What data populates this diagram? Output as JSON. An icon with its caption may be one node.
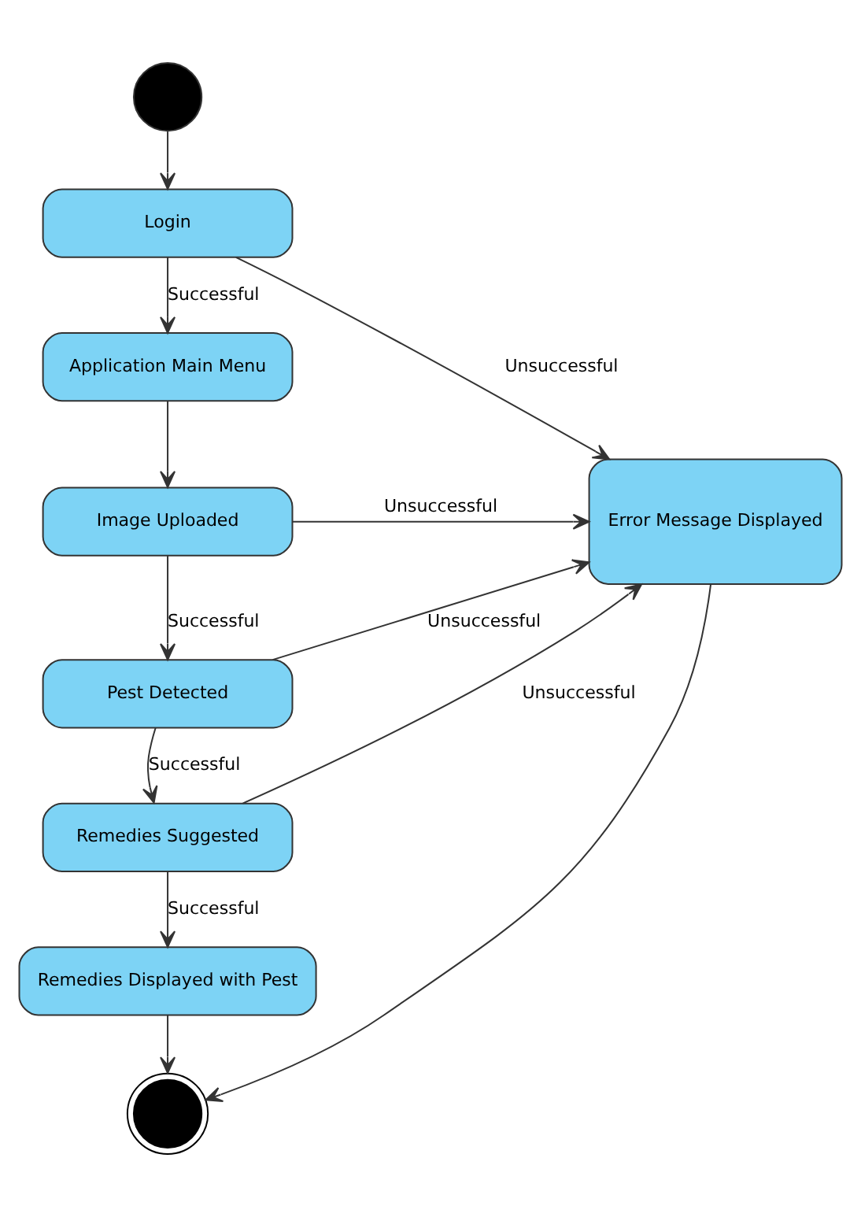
{
  "diagram": {
    "nodes": [
      {
        "text": [],
        "shape": "circle"
      },
      {
        "text": [
          "Login"
        ]
      },
      {
        "text": [
          "Application Main Menu"
        ]
      },
      {
        "text": [
          "Image Uploaded"
        ]
      },
      {
        "text": [
          "Pest Detected"
        ]
      },
      {
        "text": [
          "Remedies Suggested"
        ]
      },
      {
        "text": [
          "Remedies Displayed with Pest"
        ]
      },
      {
        "text": [
          "Error Message Displayed"
        ]
      },
      {
        "text": [],
        "shape": "circle"
      }
    ],
    "edges": [
      {
        "from": 0,
        "to": 1,
        "arrow": "to"
      },
      {
        "from": 1,
        "to": 2,
        "arrow": "to",
        "label": "Successful"
      },
      {
        "from": 1,
        "to": 7,
        "arrow": "to",
        "label": "Unsuccessful"
      },
      {
        "from": 2,
        "to": 3,
        "arrow": "to"
      },
      {
        "from": 3,
        "to": 7,
        "arrow": "to",
        "label": "Unsuccessful"
      },
      {
        "from": 3,
        "to": 4,
        "arrow": "to",
        "label": "Successful"
      },
      {
        "from": 4,
        "to": 7,
        "arrow": "to",
        "label": "Unsuccessful"
      },
      {
        "from": 4,
        "to": 5,
        "arrow": "to",
        "label": "Successful"
      },
      {
        "from": 5,
        "to": 7,
        "arrow": "to",
        "label": "Unsuccessful"
      },
      {
        "from": 5,
        "to": 6,
        "arrow": "to",
        "label": "Successful"
      },
      {
        "from": 6,
        "to": 8,
        "arrow": "to"
      },
      {
        "from": 7,
        "to": 8,
        "arrow": "to"
      }
    ]
  }
}
